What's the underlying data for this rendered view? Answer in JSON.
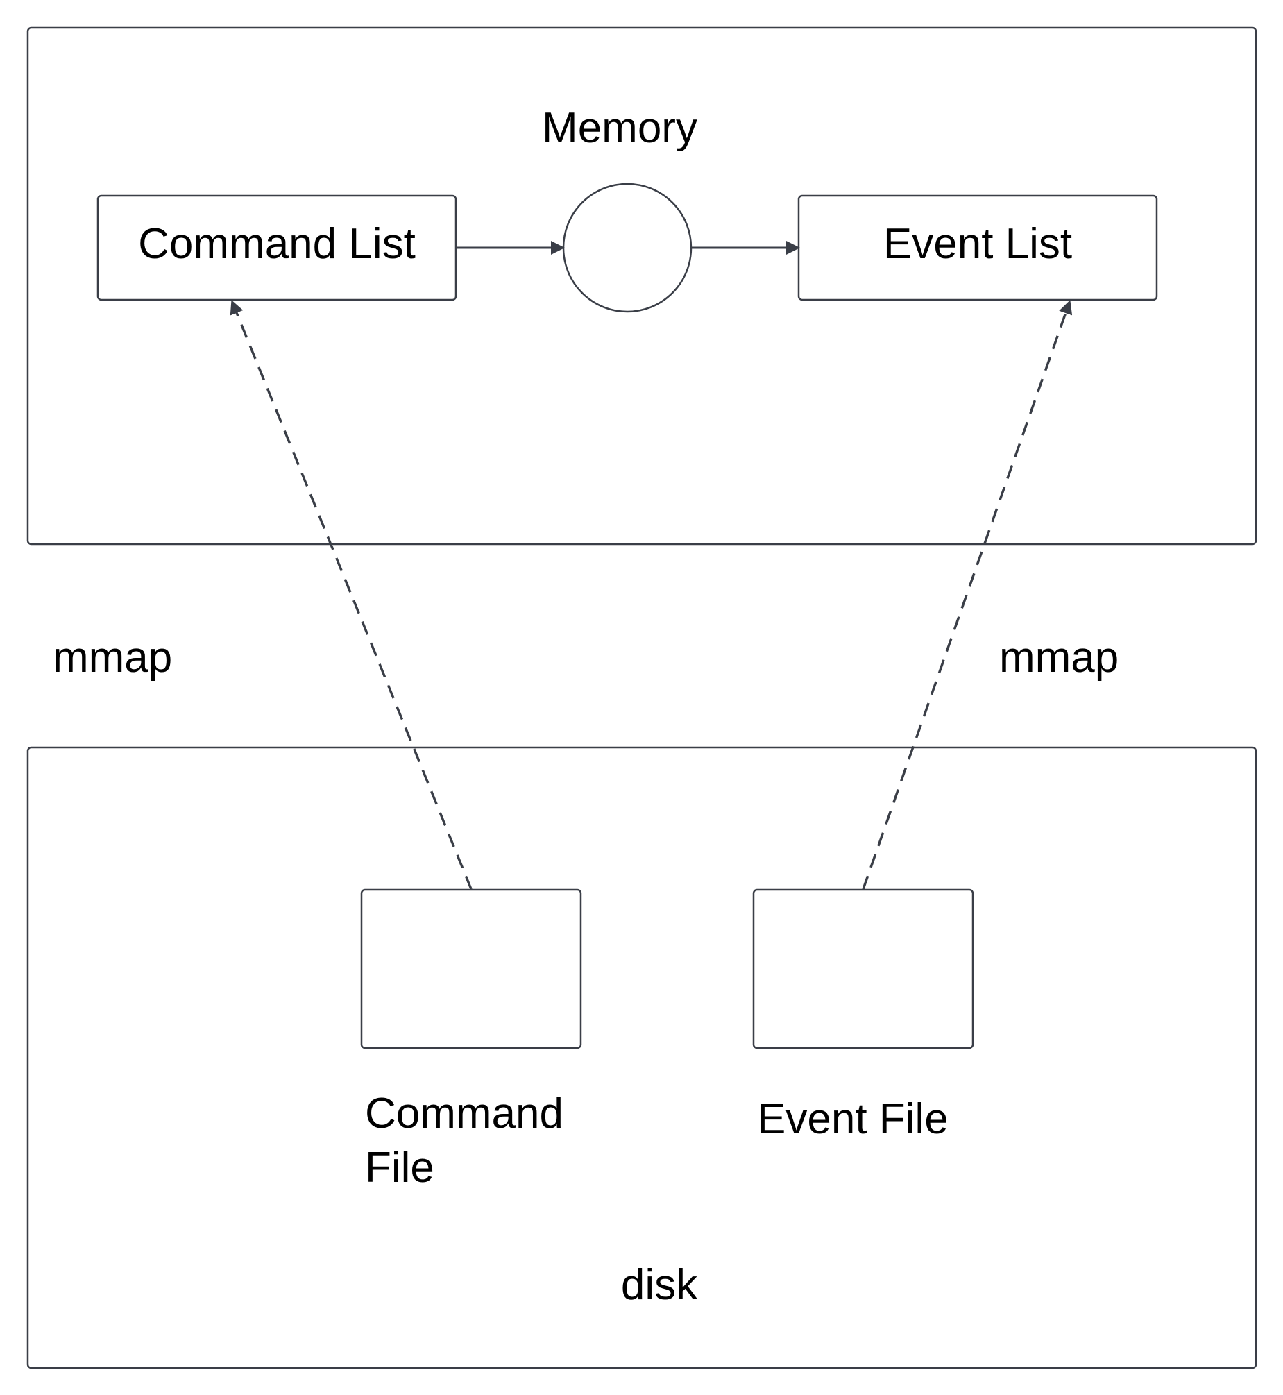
{
  "colors": {
    "stroke": "#3a3e47",
    "text": "#000000",
    "background": "#ffffff"
  },
  "memory_region": {
    "label": "Memory",
    "command_list": "Command List",
    "event_list": "Event List",
    "process_node": "circle"
  },
  "disk_region": {
    "label": "disk",
    "command_file_line1": "Command",
    "command_file_line2": "File",
    "event_file": "Event File"
  },
  "edges": {
    "left_label": "mmap",
    "right_label": "mmap"
  }
}
